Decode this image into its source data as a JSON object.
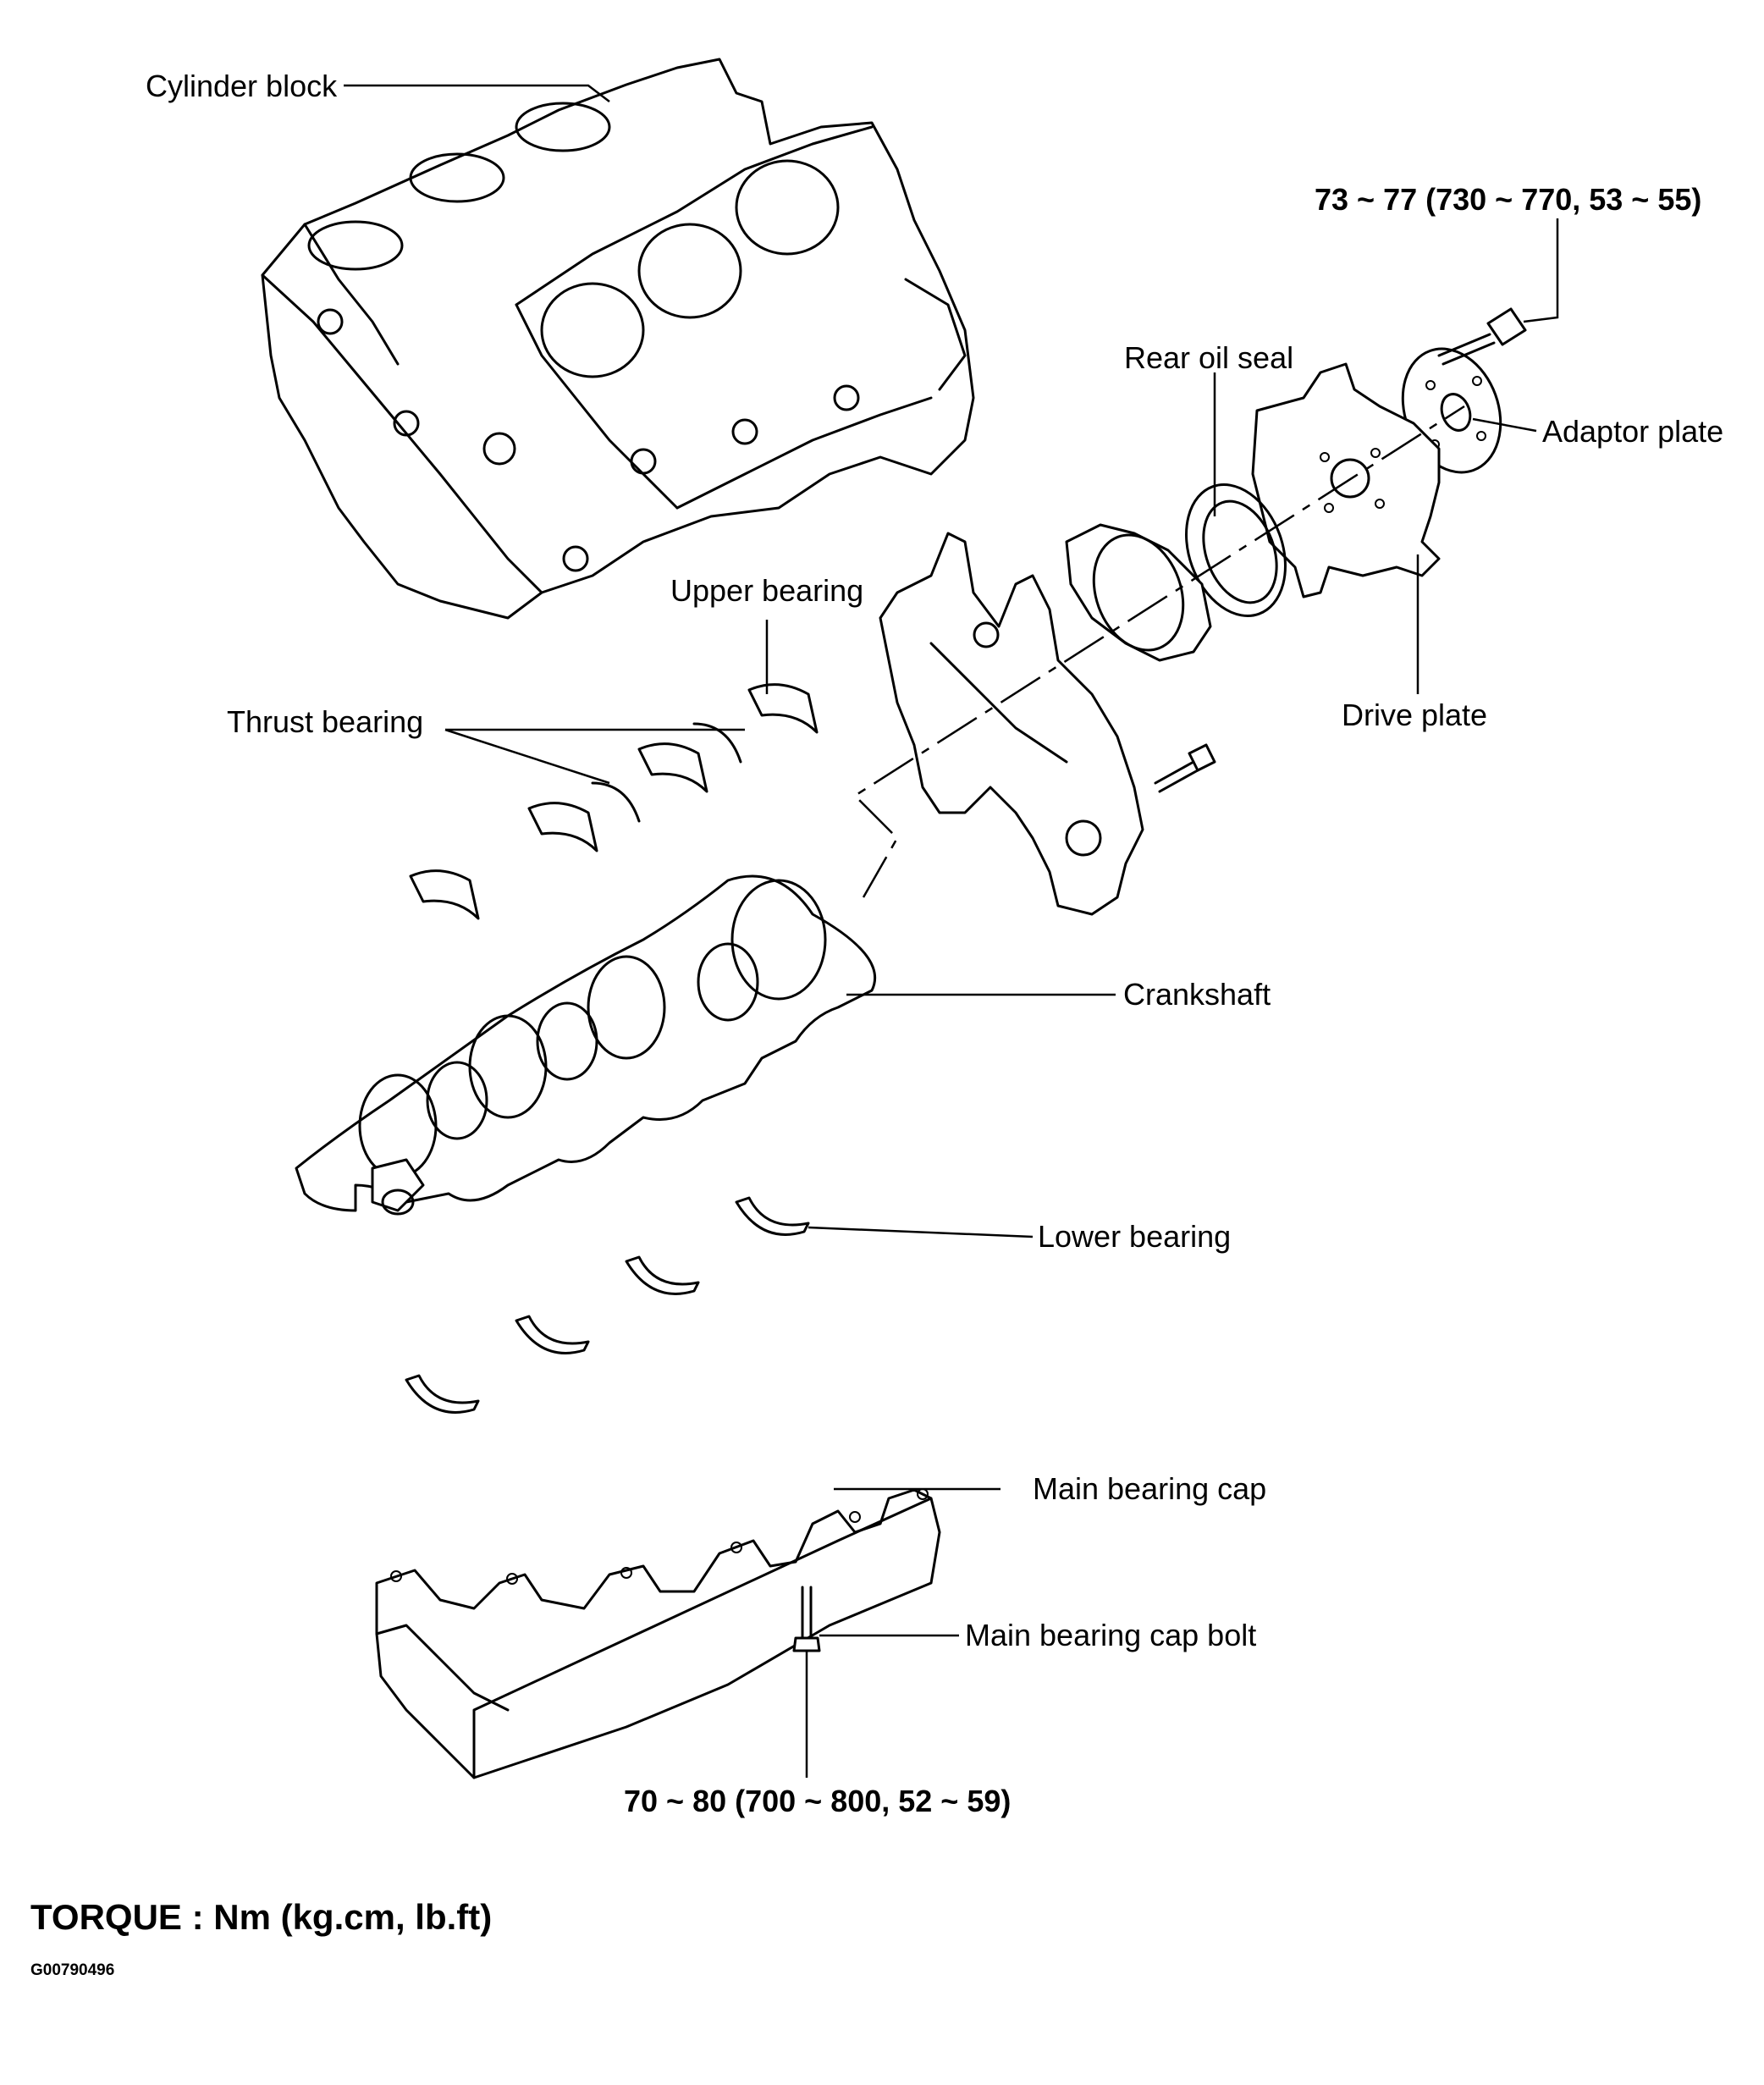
{
  "labels": {
    "cylinder_block": "Cylinder block",
    "rear_oil_seal": "Rear oil seal",
    "adaptor_plate": "Adaptor plate",
    "drive_plate": "Drive plate",
    "upper_bearing": "Upper bearing",
    "thrust_bearing": "Thrust bearing",
    "crankshaft": "Crankshaft",
    "lower_bearing": "Lower bearing",
    "main_bearing_cap": "Main bearing cap",
    "main_bearing_cap_bolt": "Main bearing cap bolt"
  },
  "torques": {
    "adaptor_plate_bolt": "73 ~ 77 (730 ~ 770, 53 ~ 55)",
    "main_bearing_cap_bolt": "70 ~ 80 (700 ~ 800, 52 ~ 59)"
  },
  "footer": {
    "torque_units": "TORQUE : Nm (kg.cm, lb.ft)",
    "figure_code": "G00790496"
  }
}
